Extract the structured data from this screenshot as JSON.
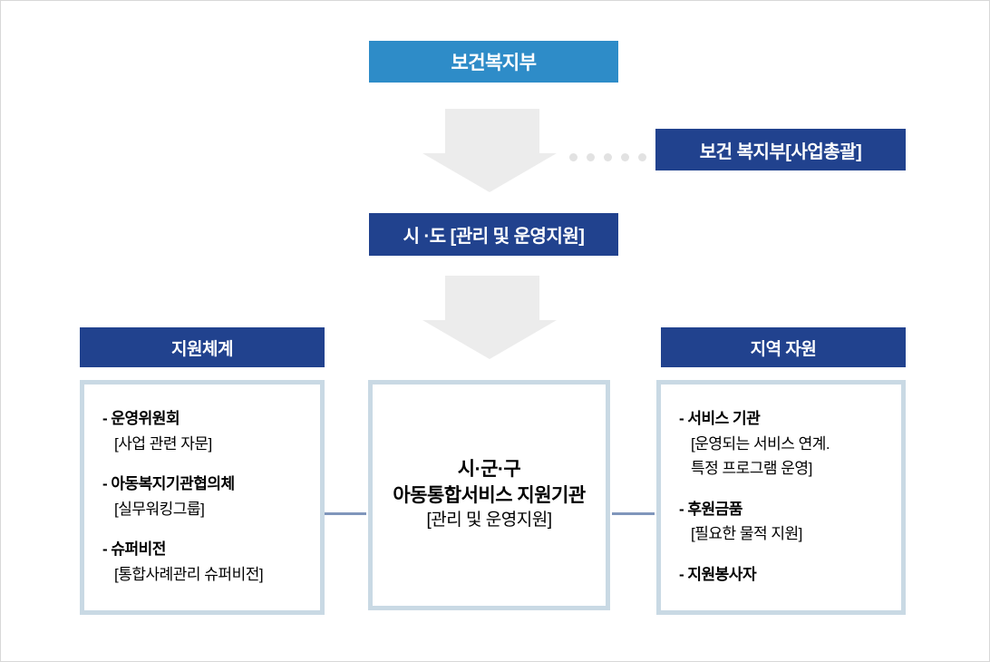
{
  "diagram": {
    "top_box": {
      "label": "보건복지부"
    },
    "overseer_box": {
      "label": "보건 복지부[사업총괄]"
    },
    "sido_box": {
      "label": "시 ·도 [관리 및 운영지원]"
    },
    "center_box": {
      "line1": "시·군·구",
      "line2": "아동통합서비스 지원기관",
      "line3": "[관리 및 운영지원]"
    },
    "left_panel": {
      "header": "지원체계",
      "items": [
        {
          "title": "- 운영위원회",
          "details": [
            "[사업 관련 자문]"
          ]
        },
        {
          "title": "- 아동복지기관협의체",
          "details": [
            "[실무워킹그룹]"
          ]
        },
        {
          "title": "- 슈퍼비전",
          "details": [
            "[통합사례관리 슈퍼비전]"
          ]
        }
      ]
    },
    "right_panel": {
      "header": "지역 자원",
      "items": [
        {
          "title": "- 서비스 기관",
          "details": [
            "[운영되는 서비스 연계.",
            "특정 프로그램 운영]"
          ]
        },
        {
          "title": "- 후원금품",
          "details": [
            "[필요한 물적 지원]"
          ]
        },
        {
          "title": "- 지원봉사자",
          "details": []
        }
      ]
    },
    "colors": {
      "accent_blue": "#2e8cc8",
      "navy": "#21428e",
      "arrow_gray": "#ececec",
      "dot_gray": "#e2e2e2",
      "panel_border": "#c9d9e4",
      "connector": "#8096bb"
    }
  }
}
